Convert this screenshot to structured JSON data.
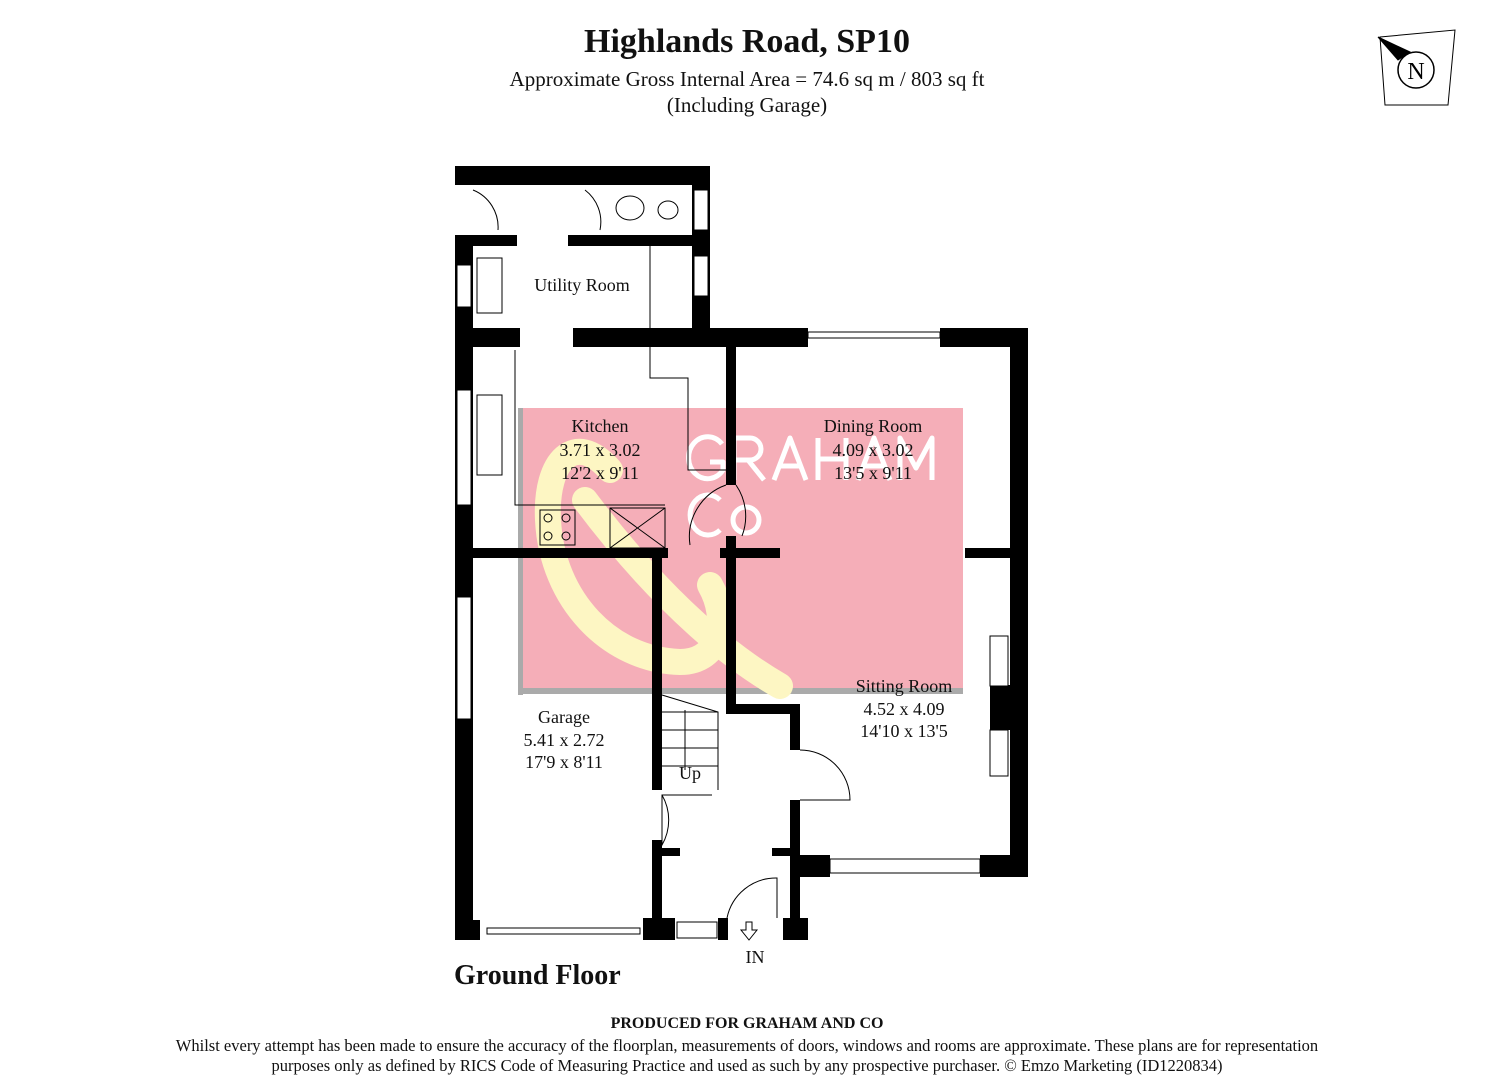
{
  "header": {
    "title": "Highlands Road, SP10",
    "area": "Approximate Gross Internal Area = 74.6 sq m / 803 sq ft",
    "note": "(Including Garage)"
  },
  "compass": {
    "label": "N",
    "icon": "north-compass-icon"
  },
  "rooms": {
    "utility": {
      "name": "Utility Room"
    },
    "kitchen": {
      "name": "Kitchen",
      "metric": "3.71 x 3.02",
      "imperial": "12'2 x 9'11"
    },
    "dining": {
      "name": "Dining Room",
      "metric": "4.09 x 3.02",
      "imperial": "13'5 x 9'11"
    },
    "sitting": {
      "name": "Sitting Room",
      "metric": "4.52 x 4.09",
      "imperial": "14'10 x 13'5"
    },
    "garage": {
      "name": "Garage",
      "metric": "5.41 x 2.72",
      "imperial": "17'9 x 8'11"
    }
  },
  "labels": {
    "stairs": "Up",
    "entrance": "IN",
    "floor": "Ground Floor"
  },
  "watermark": {
    "line1": "GRAHAM",
    "line2": "Co",
    "symbol": "&",
    "colors": {
      "bg": "#f5aeb8",
      "symbol": "#fdf6c3",
      "text": "#ffffff"
    }
  },
  "footer": {
    "produced": "PRODUCED FOR GRAHAM AND CO",
    "disclaimer_1": "Whilst every attempt has been made to ensure the accuracy of the floorplan, measurements of doors, windows and rooms are approximate. These plans are for representation",
    "disclaimer_2": "purposes only as defined by RICS Code of Measuring Practice and used as such by any prospective purchaser. © Emzo Marketing (ID1220834)"
  }
}
